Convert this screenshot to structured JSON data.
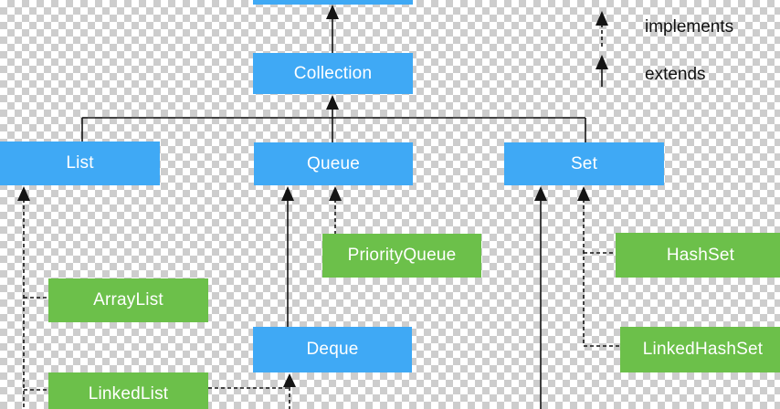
{
  "diagram": {
    "legend": {
      "implements_label": "implements",
      "extends_label": "extends"
    },
    "colors": {
      "interface_fill": "#3FA9F5",
      "class_fill": "#6CC04A",
      "line": "#151515",
      "checker_gray": "#CDCDCD",
      "node_text": "#FFFFFF",
      "legend_text": "#111111"
    },
    "nodes": {
      "root_partial": {
        "label": "",
        "kind": "interface"
      },
      "collection": {
        "label": "Collection",
        "kind": "interface"
      },
      "list": {
        "label": "List",
        "kind": "interface"
      },
      "queue": {
        "label": "Queue",
        "kind": "interface"
      },
      "set": {
        "label": "Set",
        "kind": "interface"
      },
      "deque": {
        "label": "Deque",
        "kind": "interface"
      },
      "priority_queue": {
        "label": "PriorityQueue",
        "kind": "class"
      },
      "array_list": {
        "label": "ArrayList",
        "kind": "class"
      },
      "linked_list": {
        "label": "LinkedList",
        "kind": "class"
      },
      "hash_set": {
        "label": "HashSet",
        "kind": "class"
      },
      "linked_hash_set": {
        "label": "LinkedHashSet",
        "kind": "class"
      }
    },
    "edges": [
      {
        "from": "collection",
        "to": "root_partial",
        "type": "extends"
      },
      {
        "from": "list",
        "to": "collection",
        "type": "extends"
      },
      {
        "from": "queue",
        "to": "collection",
        "type": "extends"
      },
      {
        "from": "set",
        "to": "collection",
        "type": "extends"
      },
      {
        "from": "deque",
        "to": "queue",
        "type": "extends"
      },
      {
        "from": "priority_queue",
        "to": "queue",
        "type": "implements"
      },
      {
        "from": "array_list",
        "to": "list",
        "type": "implements"
      },
      {
        "from": "linked_list",
        "to": "list",
        "type": "implements"
      },
      {
        "from": "linked_list",
        "to": "deque",
        "type": "implements"
      },
      {
        "from": "hash_set",
        "to": "set",
        "type": "implements"
      },
      {
        "from": "linked_hash_set",
        "to": "set",
        "type": "implements"
      },
      {
        "from": "offscreen_bottom",
        "to": "set",
        "type": "extends",
        "cut_off": true
      },
      {
        "from": "offscreen_bottom",
        "to": "deque",
        "type": "implements",
        "cut_off": true
      },
      {
        "from": "offscreen_bottom",
        "to": "list",
        "type": "implements",
        "cut_off": true
      }
    ]
  }
}
